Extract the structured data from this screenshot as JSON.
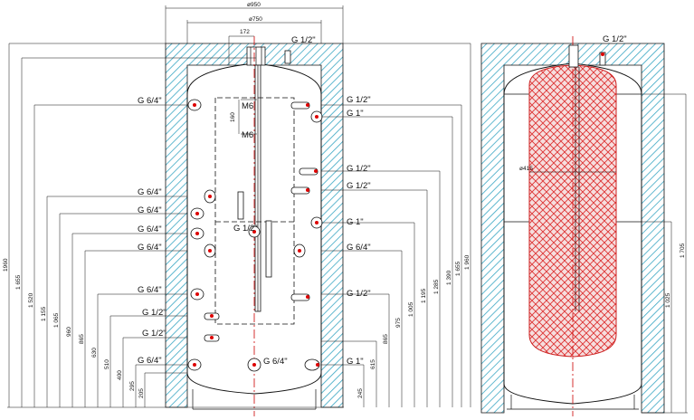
{
  "front_view": {
    "dimensions": {
      "outer_diameter": "ø950",
      "inner_diameter": "ø750",
      "top_offset": "172",
      "m6_spacing": "160"
    },
    "top_connection": "G 1/2\"",
    "sensor_labels": [
      "M6",
      "M6"
    ],
    "left_ports": [
      "G 6/4\"",
      "G 6/4\"",
      "G 6/4\"",
      "G 6/4\"",
      "G 6/4\"",
      "G 6/4\"",
      "G 1/2\"",
      "G 1/2\"",
      "G 6/4\""
    ],
    "right_ports": [
      "G 1/2\"",
      "G 1\"",
      "G 1/2\"",
      "G 1/2\"",
      "G 1\"",
      "G 6/4\"",
      "G 1/2\"",
      "G 1\""
    ],
    "center_labels": [
      "G 1/2\"",
      "G 6/4\""
    ],
    "left_heights": [
      "1960",
      "1 655",
      "1 520",
      "1 155",
      "1 065",
      "960",
      "865",
      "630",
      "510",
      "400",
      "295",
      "205"
    ],
    "right_heights": [
      "245",
      "615",
      "865",
      "975",
      "1 005",
      "1 195",
      "1 285",
      "1 390",
      "1 655",
      "1 960"
    ]
  },
  "side_view": {
    "top_connection": "G 1/2\"",
    "coil_diameter": "ø415",
    "heights": [
      "1 705",
      "1 025"
    ]
  }
}
